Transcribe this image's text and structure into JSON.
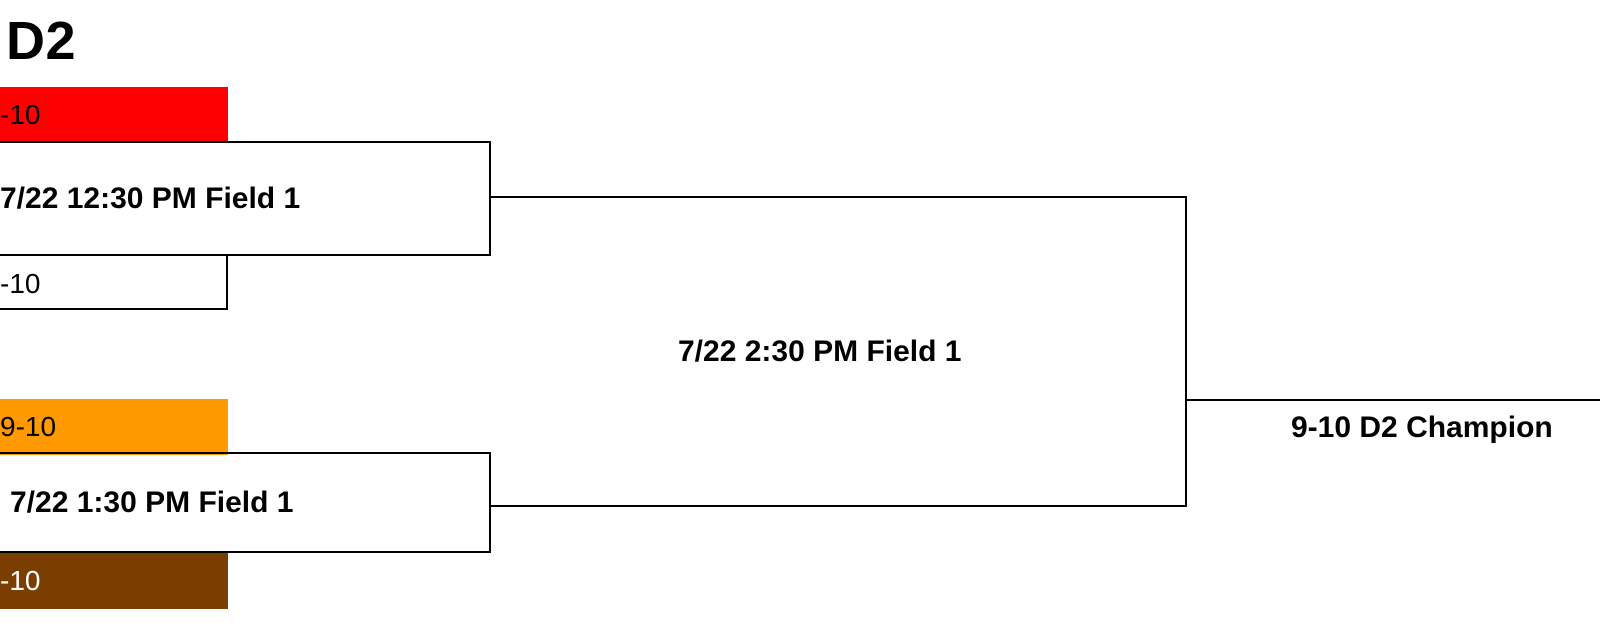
{
  "bracket": {
    "title": "D2",
    "teams": [
      {
        "label": "-10",
        "color": "#ff0000"
      },
      {
        "label": "-10",
        "color": "#ffffff"
      },
      {
        "label": "9-10",
        "color": "#ff9900"
      },
      {
        "label": "-10",
        "color": "#7a3f00",
        "text_color": "#ffffff"
      }
    ],
    "round1": [
      {
        "label": "7/22 12:30 PM Field 1"
      },
      {
        "label": "7/22 1:30 PM Field 1"
      }
    ],
    "final": {
      "label": "7/22 2:30 PM Field 1"
    },
    "champion": {
      "label": "9-10 D2 Champion"
    }
  }
}
